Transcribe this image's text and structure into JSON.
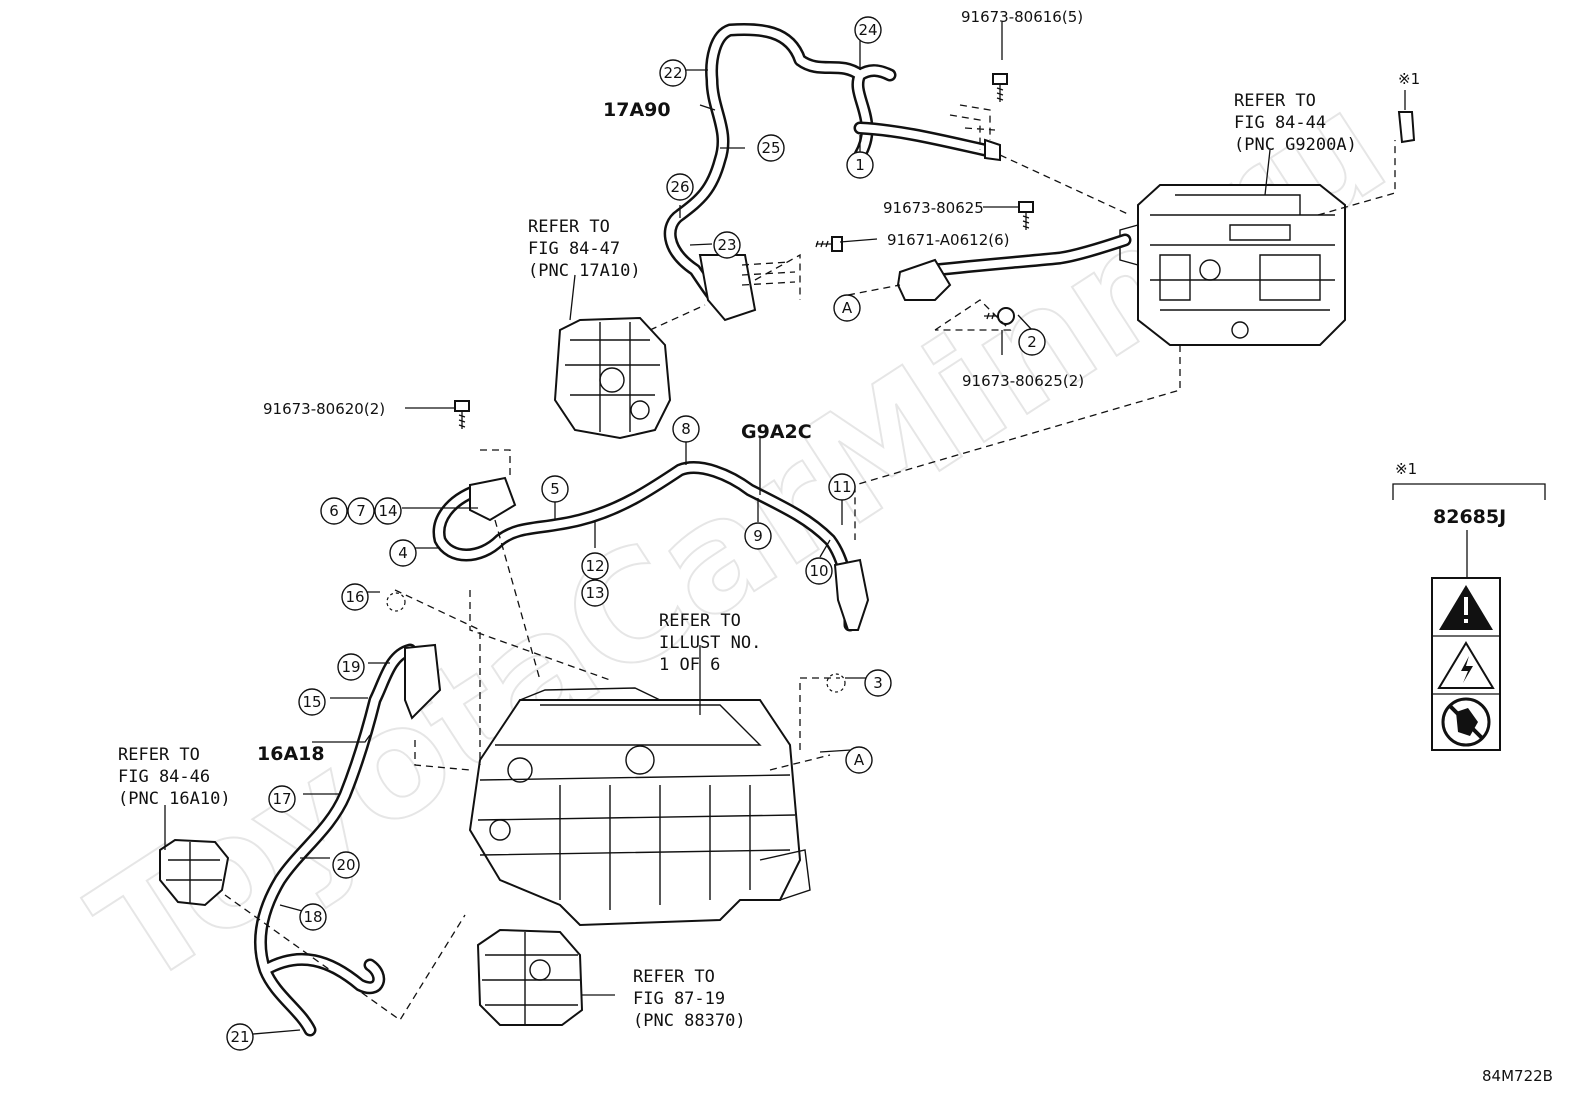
{
  "watermark": "ToyotaCarMinn.ru",
  "part_codes": {
    "hose_17a90": "17A90",
    "hose_g9a2c": "G9A2C",
    "hose_16a18": "16A18",
    "label_82685j": "82685J"
  },
  "bolts": {
    "b1": "91673-80616(5)",
    "b2": "91673-80625",
    "b3": "91671-A0612(6)",
    "b4": "91673-80625(2)",
    "b5": "91673-80620(2)"
  },
  "references": {
    "fig_84_44": [
      "REFER TO",
      "FIG 84-44",
      "(PNC G9200A)"
    ],
    "fig_84_47": [
      "REFER TO",
      "FIG 84-47",
      "(PNC 17A10)"
    ],
    "illust_1of6": [
      "REFER TO",
      "ILLUST NO.",
      "1 OF 6"
    ],
    "fig_84_46": [
      "REFER TO",
      "FIG 84-46",
      "(PNC 16A10)"
    ],
    "fig_87_19": [
      "REFER TO",
      "FIG 87-19",
      "(PNC 88370)"
    ]
  },
  "callouts": {
    "c1": "1",
    "c2": "2",
    "c3": "3",
    "c4": "4",
    "c5": "5",
    "c6": "6",
    "c7": "7",
    "c8": "8",
    "c9": "9",
    "c10": "10",
    "c11": "11",
    "c12": "12",
    "c13": "13",
    "c14": "14",
    "c15": "15",
    "c16": "16",
    "c17": "17",
    "c18": "18",
    "c19": "19",
    "c20": "20",
    "c21": "21",
    "c22": "22",
    "c23": "23",
    "c24": "24",
    "c25": "25",
    "c26": "26",
    "cA1": "A",
    "cA2": "A"
  },
  "note_mark": "※1",
  "footer_code": "84M722B"
}
